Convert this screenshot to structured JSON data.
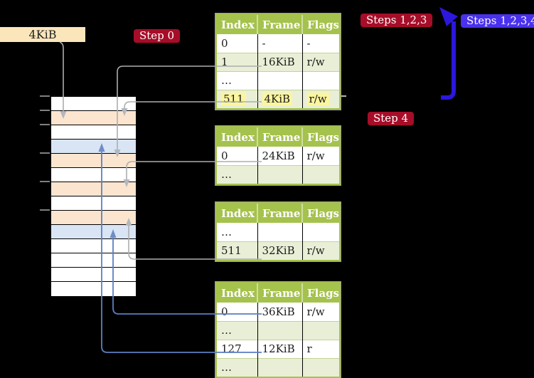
{
  "labels": {
    "frame_label": "4KiB",
    "step0_badge": "Step 0",
    "steps123_badge": "Steps 1,2,3",
    "steps1234_badge": "Steps 1,2,3,4",
    "step4_badge": "Step 4"
  },
  "colors": {
    "background": "#000000",
    "badge_red": "#a60d28",
    "badge_blue": "#4a31ee",
    "big_arrow_blue": "#2c17dc",
    "connector_gray": "#adadad",
    "connector_blue": "#5b7fc1",
    "table_header_green": "#a5c24d",
    "table_row_green": "#e9efd6",
    "highlight_yellow": "#fbf59f",
    "memory_white": "#ffffff",
    "memory_peach": "#fce5cf",
    "memory_blue": "#d9e5f5",
    "frame_label_bg": "#fbe6bb"
  },
  "memory": {
    "rows": [
      "white",
      "peach",
      "white",
      "blue",
      "peach",
      "white",
      "peach",
      "white",
      "peach",
      "blue",
      "white",
      "white",
      "white",
      "white"
    ]
  },
  "tables": [
    {
      "name": "page-table-1",
      "headers": [
        "Index",
        "Frame",
        "Flags"
      ],
      "rows": [
        {
          "cells": [
            "0",
            "-",
            "-"
          ],
          "shaded": false,
          "highlighted": false
        },
        {
          "cells": [
            "1",
            "16KiB",
            "r/w"
          ],
          "shaded": true,
          "highlighted": false
        },
        {
          "cells": [
            "…",
            "",
            ""
          ],
          "shaded": false,
          "highlighted": false
        },
        {
          "cells": [
            "511",
            "4KiB",
            "r/w"
          ],
          "shaded": true,
          "highlighted": true
        }
      ]
    },
    {
      "name": "page-table-2",
      "headers": [
        "Index",
        "Frame",
        "Flags"
      ],
      "rows": [
        {
          "cells": [
            "0",
            "24KiB",
            "r/w"
          ],
          "shaded": false,
          "highlighted": false
        },
        {
          "cells": [
            "…",
            "",
            ""
          ],
          "shaded": true,
          "highlighted": false
        }
      ]
    },
    {
      "name": "page-table-3",
      "headers": [
        "Index",
        "Frame",
        "Flags"
      ],
      "rows": [
        {
          "cells": [
            "…",
            "",
            ""
          ],
          "shaded": false,
          "highlighted": false
        },
        {
          "cells": [
            "511",
            "32KiB",
            "r/w"
          ],
          "shaded": true,
          "highlighted": false
        }
      ]
    },
    {
      "name": "page-table-4",
      "headers": [
        "Index",
        "Frame",
        "Flags"
      ],
      "rows": [
        {
          "cells": [
            "0",
            "36KiB",
            "r/w"
          ],
          "shaded": false,
          "highlighted": false
        },
        {
          "cells": [
            "…",
            "",
            ""
          ],
          "shaded": true,
          "highlighted": false
        },
        {
          "cells": [
            "127",
            "12KiB",
            "r"
          ],
          "shaded": false,
          "highlighted": false
        },
        {
          "cells": [
            "…",
            "",
            ""
          ],
          "shaded": true,
          "highlighted": false
        }
      ]
    }
  ],
  "arrows": [
    {
      "name": "frame-label-pointer-arrow",
      "color": "gray"
    },
    {
      "name": "table1-entry1-pointer-arrow",
      "color": "gray"
    },
    {
      "name": "table1-entry511-pointer-arrow",
      "color": "gray"
    },
    {
      "name": "table1-entry511-stub",
      "color": "gray"
    },
    {
      "name": "table2-entry0-pointer-arrow",
      "color": "gray"
    },
    {
      "name": "table3-entry511-pointer-arrow",
      "color": "gray"
    },
    {
      "name": "table4-entry0-pointer-arrow",
      "color": "blue"
    },
    {
      "name": "table4-entry127-pointer-arrow",
      "color": "blue"
    },
    {
      "name": "steps-loop-arrow",
      "color": "big_blue"
    }
  ]
}
